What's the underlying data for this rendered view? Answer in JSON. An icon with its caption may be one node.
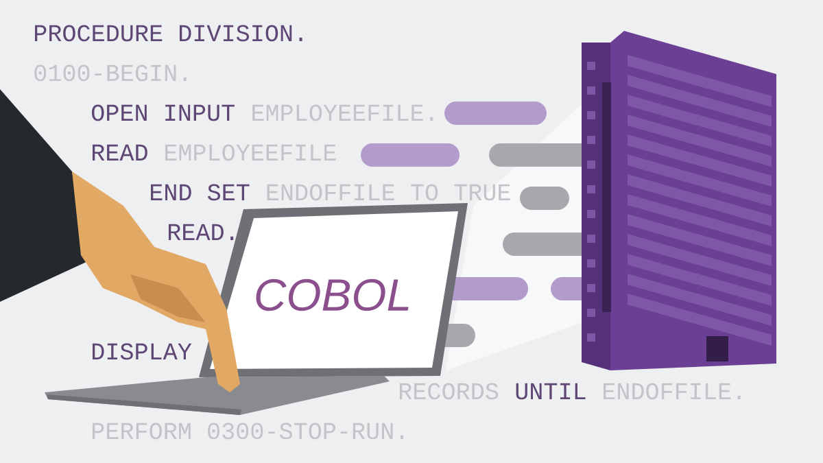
{
  "diagram": {
    "nodes": [
      {
        "text": [
          "COBOL"
        ]
      }
    ],
    "labels": [
      "PROCEDURE DIVISION.",
      "0100-BEGIN.",
      "OPEN INPUT",
      "EMPLOYEEFILE.",
      "READ",
      "EMPLOYEEFILE",
      "END SET",
      "ENDOFFILE TO TRUE",
      "READ.",
      "DISPLAY",
      "RECORDS",
      "UNTIL",
      "ENDOFFILE.",
      "PERFORM 0300-STOP-RUN."
    ]
  }
}
